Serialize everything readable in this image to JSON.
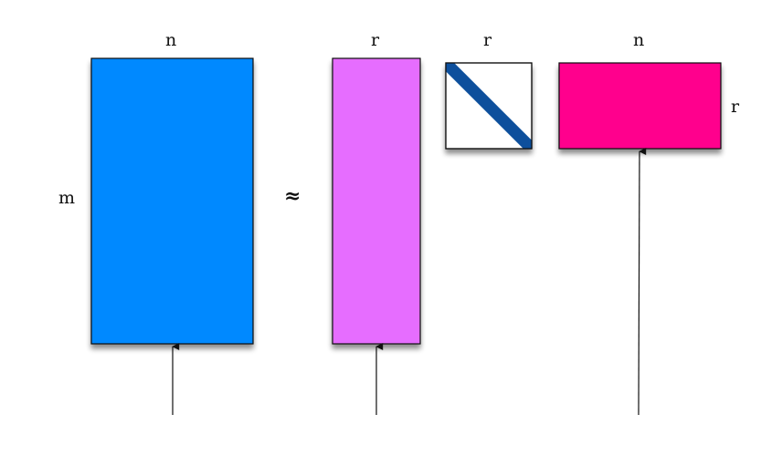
{
  "labels": {
    "a_cols": "n",
    "a_rows": "m",
    "approx": "≈",
    "u_cols": "r",
    "s_cols": "r",
    "v_cols": "n",
    "v_rows": "r"
  },
  "colors": {
    "matrix_a": "#0089ff",
    "matrix_u": "#e66dff",
    "matrix_sigma_bg": "#ffffff",
    "matrix_sigma_diag": "#0a4f9c",
    "matrix_vt": "#ff008d",
    "stroke": "#111111"
  },
  "icons": {
    "arrow": "up-arrow-icon"
  }
}
